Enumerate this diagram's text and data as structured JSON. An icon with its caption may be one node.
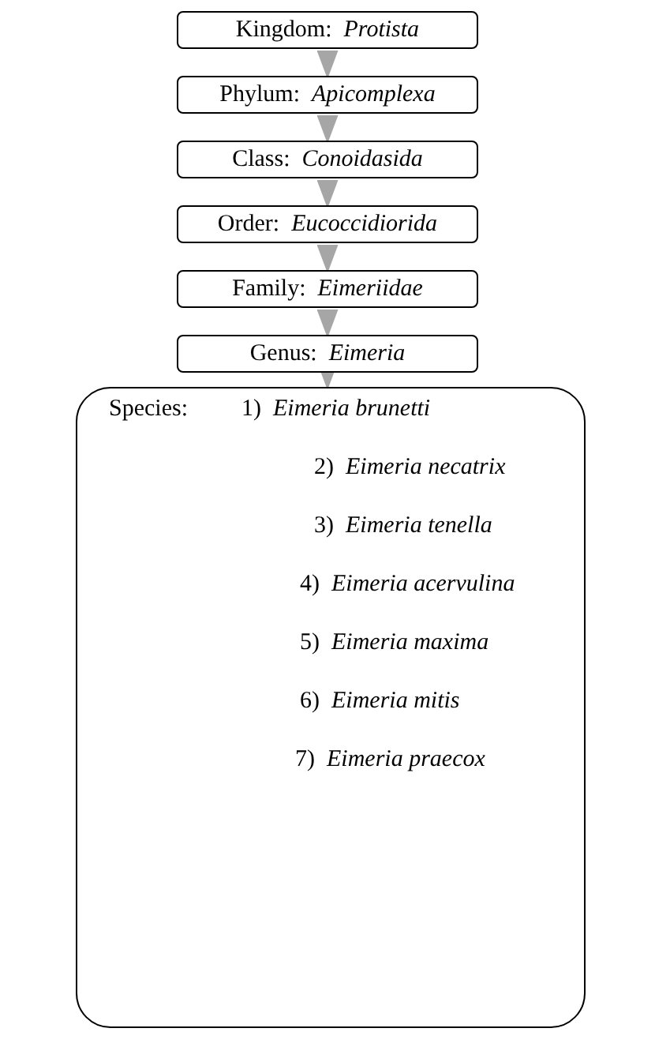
{
  "diagram": {
    "nodes": [
      {
        "text": [
          "Kingdom:  *Protista*"
        ]
      },
      {
        "text": [
          "Phylum:  *Apicomplexa*"
        ]
      },
      {
        "text": [
          "Class:  *Conoidasida*"
        ]
      },
      {
        "text": [
          "Order:  *Eucoccidiorida*"
        ]
      },
      {
        "text": [
          "Family:  *Eimeriidae*"
        ]
      },
      {
        "text": [
          "Genus:  *Eimeria*"
        ]
      },
      {
        "text": [
          "Species:",
          "1)  *Eimeria brunetti*",
          "2)  *Eimeria necatrix*",
          "3)  *Eimeria tenella*",
          "4)  *Eimeria acervulina*",
          "5)  *Eimeria maxima*",
          "6)  *Eimeria mitis*",
          "7)  *Eimeria praecox*"
        ]
      }
    ],
    "edges": [
      {
        "from": 0,
        "to": 1,
        "arrow": "to"
      },
      {
        "from": 1,
        "to": 2,
        "arrow": "to"
      },
      {
        "from": 2,
        "to": 3,
        "arrow": "to"
      },
      {
        "from": 3,
        "to": 4,
        "arrow": "to"
      },
      {
        "from": 4,
        "to": 5,
        "arrow": "to"
      },
      {
        "from": 5,
        "to": 6,
        "arrow": "to"
      }
    ]
  }
}
